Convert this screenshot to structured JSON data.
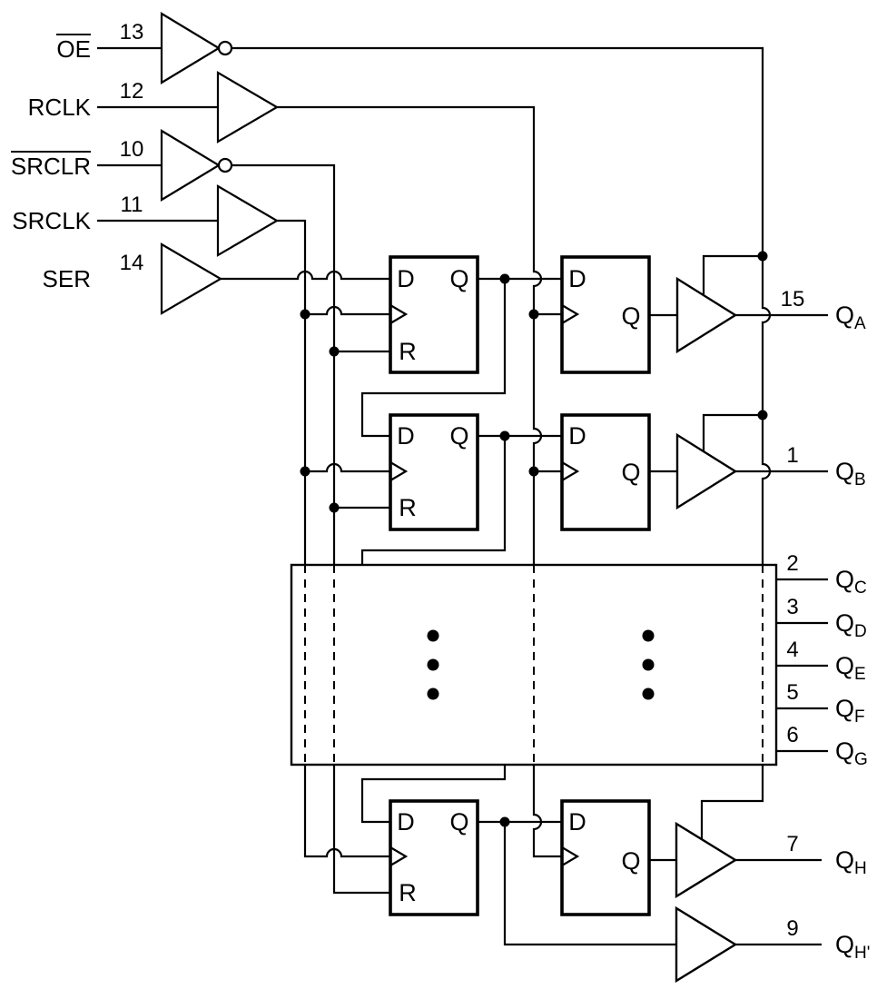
{
  "diagram": {
    "kind": "shift-register logic diagram",
    "colors": {
      "line": "#000000",
      "background": "#ffffff"
    },
    "inputs": [
      {
        "label": "OE",
        "overline": true,
        "pin": "13"
      },
      {
        "label": "RCLK",
        "overline": false,
        "pin": "12"
      },
      {
        "label": "SRCLR",
        "overline": true,
        "pin": "10"
      },
      {
        "label": "SRCLK",
        "overline": false,
        "pin": "11"
      },
      {
        "label": "SER",
        "overline": false,
        "pin": "14"
      }
    ],
    "outputs": [
      {
        "base": "Q",
        "sub": "A",
        "pin": "15"
      },
      {
        "base": "Q",
        "sub": "B",
        "pin": "1"
      },
      {
        "base": "Q",
        "sub": "C",
        "pin": "2"
      },
      {
        "base": "Q",
        "sub": "D",
        "pin": "3"
      },
      {
        "base": "Q",
        "sub": "E",
        "pin": "4"
      },
      {
        "base": "Q",
        "sub": "F",
        "pin": "5"
      },
      {
        "base": "Q",
        "sub": "G",
        "pin": "6"
      },
      {
        "base": "Q",
        "sub": "H",
        "pin": "7"
      },
      {
        "base": "Q",
        "sub": "H'",
        "pin": "9"
      }
    ],
    "flipflop_labels": {
      "data": "D",
      "output": "Q",
      "reset": "R"
    }
  }
}
